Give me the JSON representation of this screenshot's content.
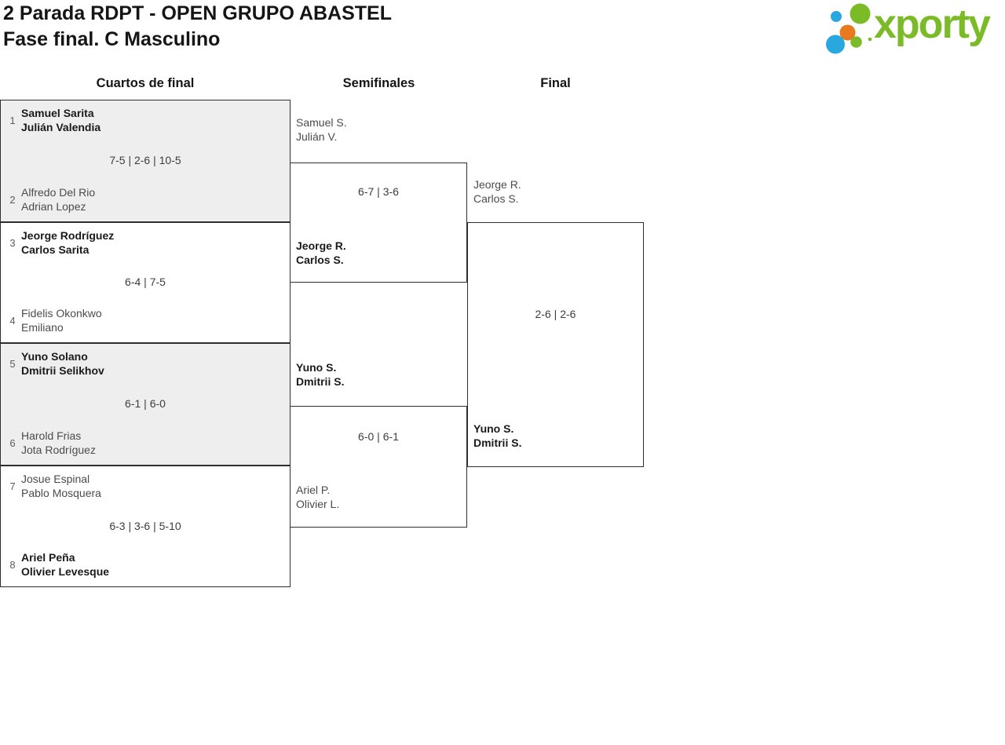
{
  "header": {
    "title_line1": "2 Parada RDPT - OPEN GRUPO ABASTEL",
    "title_line2": "Fase final. C Masculino",
    "brand": "xporty"
  },
  "columns": [
    {
      "label": "Cuartos de final"
    },
    {
      "label": "Semifinales"
    },
    {
      "label": "Final"
    }
  ],
  "bracket": {
    "quarterfinals": [
      {
        "score": "7-5 | 2-6 | 10-5",
        "top": {
          "seed": "1",
          "line1": "Samuel Sarita",
          "line2": "Julián Valendia",
          "winner": true
        },
        "bottom": {
          "seed": "2",
          "line1": "Alfredo Del Rio",
          "line2": "Adrian Lopez",
          "winner": false
        }
      },
      {
        "score": "6-4 | 7-5",
        "top": {
          "seed": "3",
          "line1": "Jeorge Rodríguez",
          "line2": "Carlos Sarita",
          "winner": true
        },
        "bottom": {
          "seed": "4",
          "line1": "Fidelis Okonkwo",
          "line2": "Emiliano",
          "winner": false
        }
      },
      {
        "score": "6-1 | 6-0",
        "top": {
          "seed": "5",
          "line1": "Yuno Solano",
          "line2": "Dmitrii Selikhov",
          "winner": true
        },
        "bottom": {
          "seed": "6",
          "line1": "Harold Frias",
          "line2": "Jota Rodríguez",
          "winner": false
        }
      },
      {
        "score": "6-3 | 3-6 | 5-10",
        "top": {
          "seed": "7",
          "line1": "Josue Espinal",
          "line2": "Pablo Mosquera",
          "winner": false
        },
        "bottom": {
          "seed": "8",
          "line1": "Ariel Peña",
          "line2": "Olivier Levesque",
          "winner": true
        }
      }
    ],
    "semifinals": [
      {
        "score": "6-7 | 3-6",
        "top": {
          "line1": "Samuel S.",
          "line2": "Julián V.",
          "winner": false
        },
        "bottom": {
          "line1": "Jeorge R.",
          "line2": "Carlos S.",
          "winner": true
        }
      },
      {
        "score": "6-0 | 6-1",
        "top": {
          "line1": "Yuno S.",
          "line2": "Dmitrii S.",
          "winner": true
        },
        "bottom": {
          "line1": "Ariel P.",
          "line2": "Olivier L.",
          "winner": false
        }
      }
    ],
    "final": {
      "score": "2-6 | 2-6",
      "top": {
        "line1": "Jeorge R.",
        "line2": "Carlos S.",
        "winner": false
      },
      "bottom": {
        "line1": "Yuno S.",
        "line2": "Dmitrii S.",
        "winner": true
      }
    }
  },
  "colors": {
    "brand_green": "#7bbb28",
    "brand_blue": "#29a7de",
    "brand_orange": "#e8791d",
    "row_alt_background": "#eeeeee",
    "border": "#2e2e2e",
    "winner_text": "#1a1a1a",
    "loser_text": "#4b4b4b"
  }
}
